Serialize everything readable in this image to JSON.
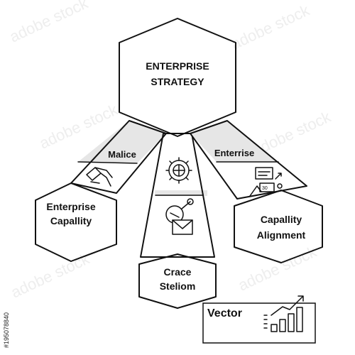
{
  "colors": {
    "ink": "#111111",
    "band": "#e6e6e6",
    "background": "#ffffff",
    "watermark": "#eeeeee"
  },
  "watermark": {
    "text": "adobe stock"
  },
  "side_id": {
    "text": "#195078840"
  },
  "center": {
    "line1": "ENTERPRISE",
    "line2": "STRATEGY"
  },
  "branches": {
    "left": {
      "band_label": "Malice",
      "node_line1": "Enterprise",
      "node_line2": "Capallity",
      "icon": "handshake-icon"
    },
    "middle": {
      "node_line1": "Crace",
      "node_line2": "Steliom",
      "icon_top": "gear-globe-icon",
      "icon_bottom": "email-envelope-icon"
    },
    "right": {
      "band_label": "Enterrise",
      "node_line1": "Capallity",
      "node_line2": "Alignment",
      "icon": "presentation-board-icon"
    }
  },
  "vector_box": {
    "label": "Vector",
    "icon": "growth-chart-icon"
  }
}
